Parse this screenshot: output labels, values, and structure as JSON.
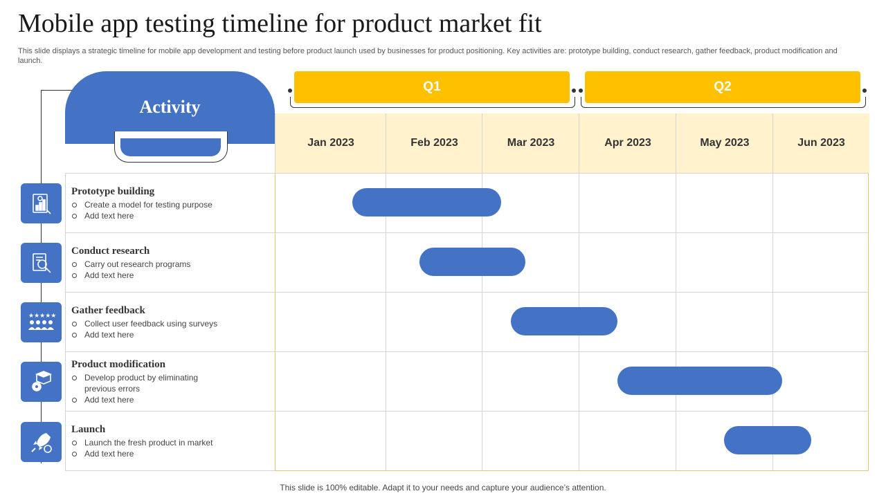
{
  "title": "Mobile app testing timeline for product market fit",
  "subtitle": "This slide displays a strategic timeline for mobile app development and testing before product launch used by businesses for product positioning. Key activities are: prototype building, conduct research, gather feedback, product modification and launch.",
  "activity_header": "Activity",
  "quarters": [
    "Q1",
    "Q2"
  ],
  "months": [
    "Jan 2023",
    "Feb 2023",
    "Mar 2023",
    "Apr 2023",
    "May 2023",
    "Jun 2023"
  ],
  "rows": [
    {
      "title": "Prototype building",
      "bullets": [
        "Create a model for testing purpose",
        "Add text here"
      ],
      "icon": "report-analysis-icon",
      "start": 0.7,
      "end": 2.2
    },
    {
      "title": "Conduct research",
      "bullets": [
        "Carry out research programs",
        "Add text here"
      ],
      "icon": "research-magnifier-icon",
      "start": 1.35,
      "end": 2.45
    },
    {
      "title": "Gather feedback",
      "bullets": [
        "Collect user feedback using surveys",
        "Add text here"
      ],
      "icon": "customer-rating-icon",
      "start": 2.3,
      "end": 3.4
    },
    {
      "title": "Product modification",
      "bullets": [
        "Develop product by eliminating previous errors",
        "Add text here"
      ],
      "icon": "box-gear-icon",
      "start": 3.4,
      "end": 5.1
    },
    {
      "title": "Launch",
      "bullets": [
        "Launch the fresh product in market",
        "Add text here"
      ],
      "icon": "rocket-icon",
      "start": 4.5,
      "end": 5.4
    }
  ],
  "footer": "This slide is 100% editable. Adapt it to your needs and capture your audience’s attention.",
  "colors": {
    "accent": "#4472c4",
    "quarter": "#ffc000",
    "month_header": "#fff2cc"
  }
}
